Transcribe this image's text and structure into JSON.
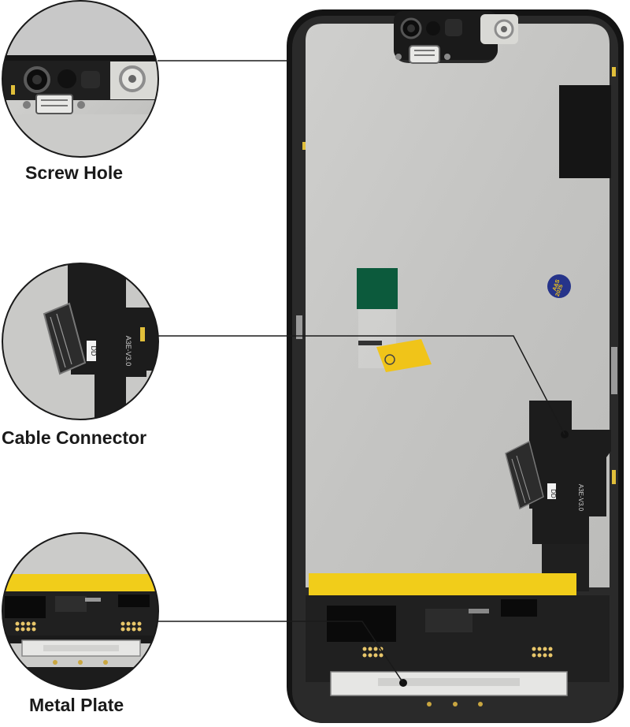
{
  "callouts": [
    {
      "id": "screw",
      "label": "Screw Hole"
    },
    {
      "id": "cable",
      "label": "Cable Connector"
    },
    {
      "id": "metal",
      "label": "Metal Plate"
    }
  ],
  "flex_markings": [
    "DD",
    "A3E-V3.0"
  ],
  "sticker_text": "A&S 2025",
  "colors": {
    "frame": "#141414",
    "metal_plate": "#c9c9c7",
    "flex_cable": "#1c1c1c",
    "yellow_tape": "#f1cd1a",
    "green_patch": "#0c5a3c",
    "sticker_blue": "#26348a",
    "callout_line": "#1a1a1a"
  }
}
